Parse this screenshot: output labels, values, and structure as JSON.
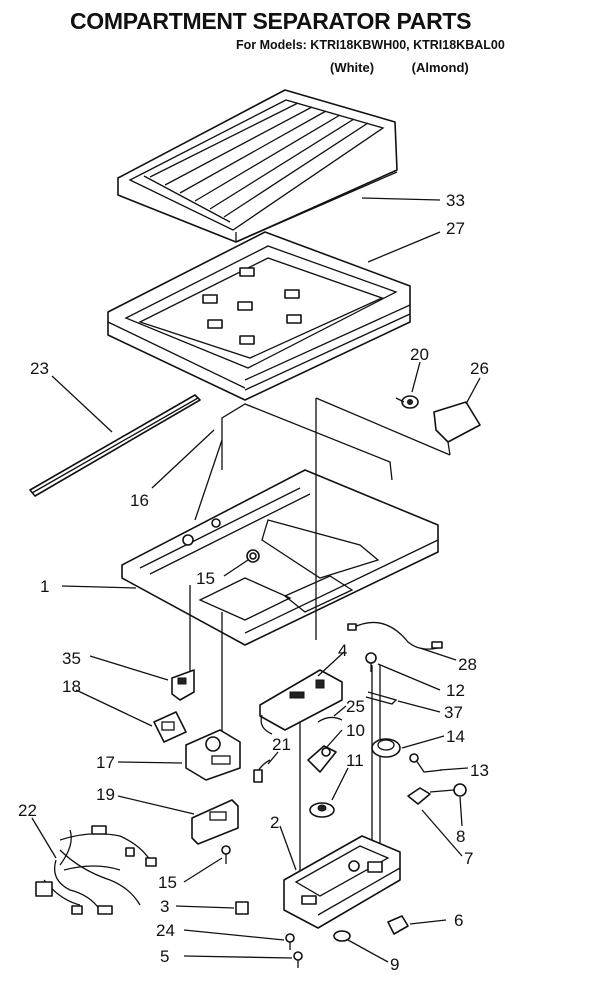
{
  "header": {
    "title": "COMPARTMENT SEPARATOR PARTS",
    "models": "For Models: KTRI18KBWH00, KTRI18KBAL00",
    "variant_white": "(White)",
    "variant_almond": "(Almond)"
  },
  "callouts": {
    "c33": "33",
    "c27": "27",
    "c23": "23",
    "c20": "20",
    "c26": "26",
    "c16": "16",
    "c1": "1",
    "c15a": "15",
    "c35": "35",
    "c4": "4",
    "c28": "28",
    "c12": "12",
    "c18": "18",
    "c25": "25",
    "c37": "37",
    "c10": "10",
    "c14": "14",
    "c21": "21",
    "c17": "17",
    "c11": "11",
    "c13": "13",
    "c19": "19",
    "c22": "22",
    "c8": "8",
    "c2": "2",
    "c7": "7",
    "c15b": "15",
    "c3": "3",
    "c6": "6",
    "c24": "24",
    "c5": "5",
    "c9": "9"
  }
}
